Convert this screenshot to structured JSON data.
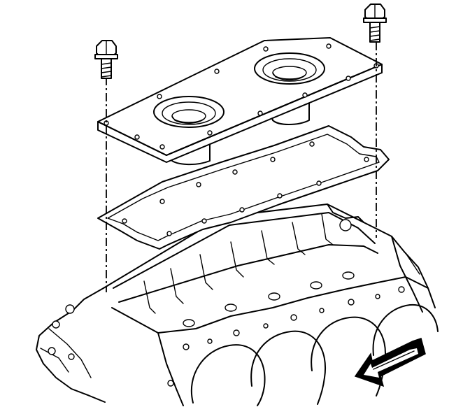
{
  "diagram": {
    "parts": [
      {
        "id": "bolt",
        "icon": "bolt-icon",
        "count": 2
      },
      {
        "id": "valley-cover",
        "icon": "cover-plate-icon"
      },
      {
        "id": "valley-cover-gasket",
        "icon": "gasket-icon"
      },
      {
        "id": "engine-block",
        "icon": "engine-block-icon"
      }
    ],
    "direction_arrow": {
      "icon": "front-arrow-icon",
      "color": "#000000"
    },
    "line_color": "#000000",
    "background": "#ffffff"
  }
}
